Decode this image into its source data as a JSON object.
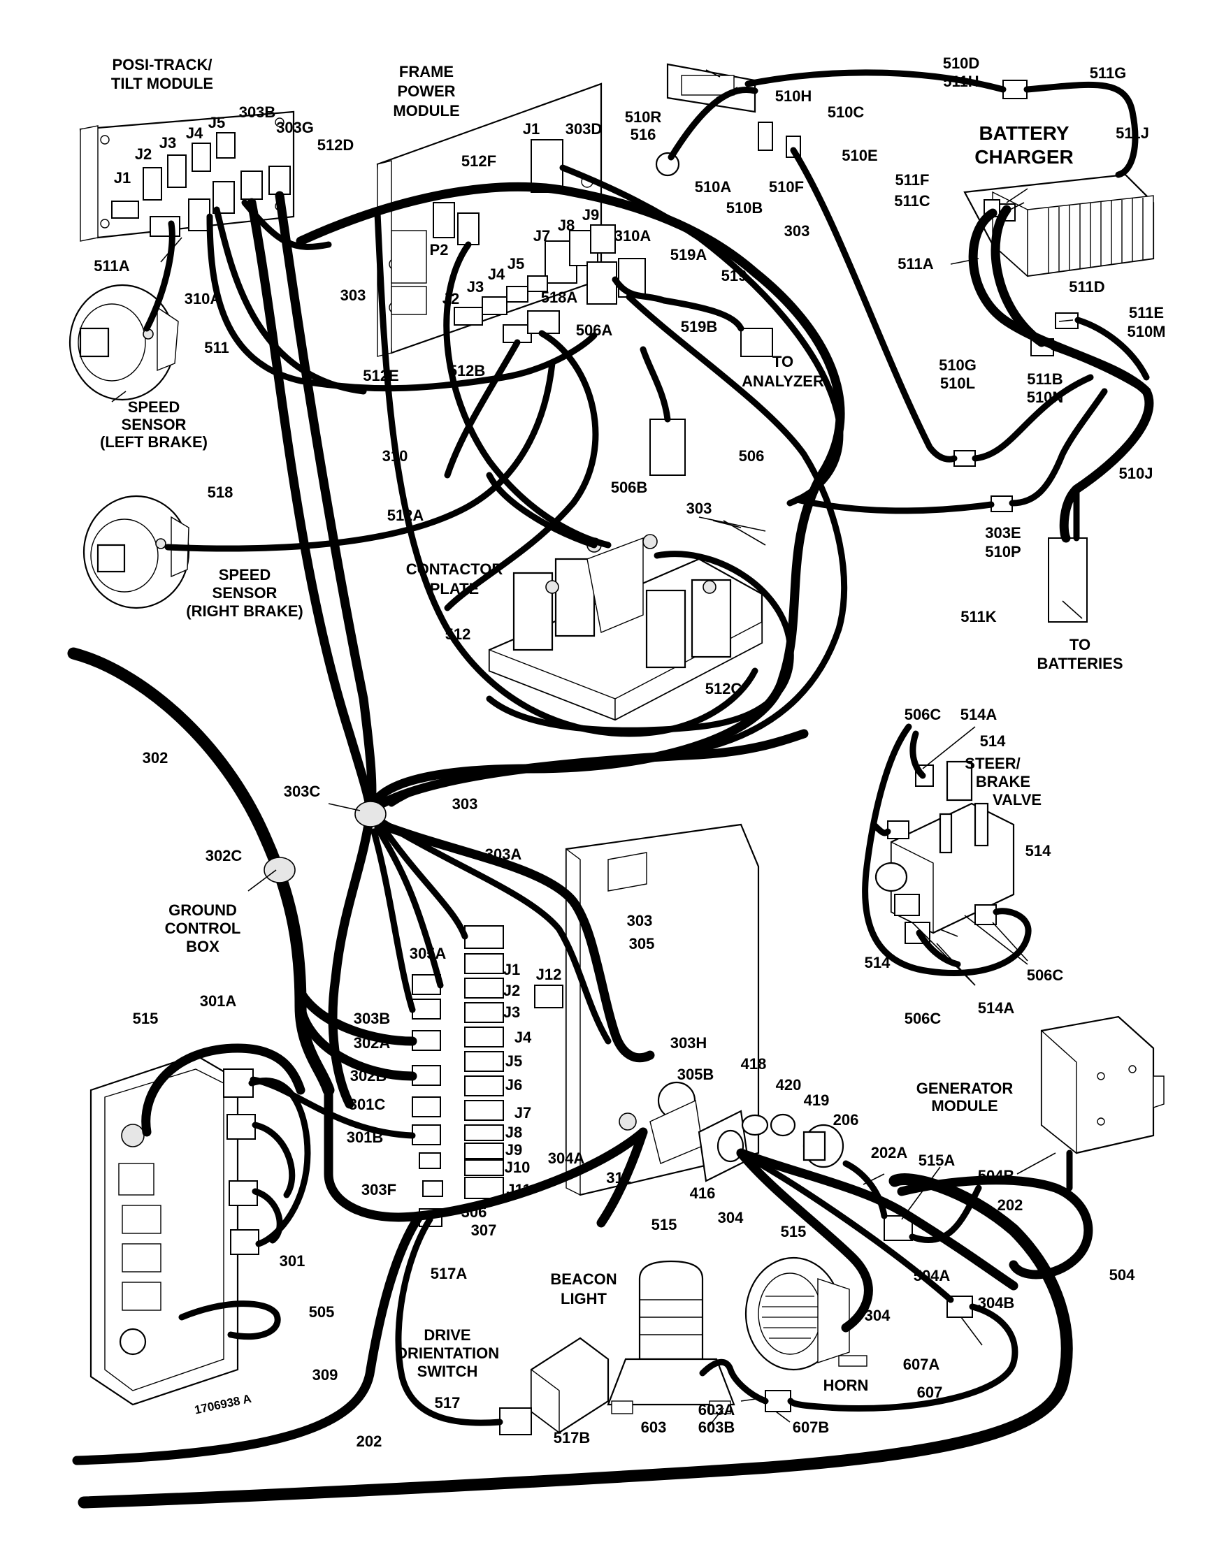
{
  "title_labels": {
    "posi_track_module": [
      "POSI-TRACK/",
      "TILT MODULE"
    ],
    "frame_power_module": [
      "FRAME",
      "POWER",
      "MODULE"
    ],
    "battery_charger": [
      "BATTERY",
      "CHARGER"
    ],
    "speed_sensor_left": [
      "SPEED",
      "SENSOR",
      "(LEFT BRAKE)"
    ],
    "speed_sensor_right": [
      "SPEED",
      "SENSOR",
      "(RIGHT BRAKE)"
    ],
    "contactor_plate": [
      "CONTACTOR",
      "PLATE"
    ],
    "to_analyzer": [
      "TO",
      "ANALYZER"
    ],
    "to_batteries": [
      "TO",
      "BATTERIES"
    ],
    "steer_brake_valve": [
      "STEER/",
      "BRAKE",
      "VALVE"
    ],
    "ground_control_box": [
      "GROUND",
      "CONTROL",
      "BOX"
    ],
    "generator_module": [
      "GENERATOR",
      "MODULE"
    ],
    "beacon_light": [
      "BEACON",
      "LIGHT"
    ],
    "drive_orientation_switch": [
      "DRIVE",
      "ORIENTATION",
      "SWITCH"
    ],
    "horn": "HORN"
  },
  "callouts": {
    "c_510d": "510D",
    "c_511h": "511H",
    "c_511g": "511G",
    "c_510h": "510H",
    "c_510c": "510C",
    "c_510r": "510R",
    "c_516": "516",
    "c_511j": "511J",
    "c_510e": "510E",
    "c_510a": "510A",
    "c_510f": "510F",
    "c_510b": "510B",
    "c_511f": "511F",
    "c_511c": "511C",
    "c_511a_r": "511A",
    "c_511d": "511D",
    "c_511e": "511E",
    "c_510m": "510M",
    "c_510g": "510G",
    "c_510l": "510L",
    "c_511b": "511B",
    "c_510n": "510N",
    "c_510j": "510J",
    "c_303e": "303E",
    "c_510p": "510P",
    "c_511k": "511K",
    "c_j1_pt": "J1",
    "c_j2_pt": "J2",
    "c_j3_pt": "J3",
    "c_j4_pt": "J4",
    "c_j5_pt": "J5",
    "c_303b": "303B",
    "c_303g": "303G",
    "c_512d": "512D",
    "c_511a_l": "511A",
    "c_310a_l": "310A",
    "c_303_a": "303",
    "c_511": "511",
    "c_j1_fp": "J1",
    "c_303d": "303D",
    "c_512f": "512F",
    "c_p2": "P2",
    "c_j8_fp": "J8",
    "c_j9_fp": "J9",
    "c_j7_fp": "J7",
    "c_310a_c": "310A",
    "c_519a": "519A",
    "c_303_b": "303",
    "c_j2_fp": "J2",
    "c_j3_fp": "J3",
    "c_j4_fp": "J4",
    "c_j5_fp": "J5",
    "c_518a": "518A",
    "c_519": "519",
    "c_506a": "506A",
    "c_519b": "519B",
    "c_512e": "512E",
    "c_512b": "512B",
    "c_310": "310",
    "c_506": "506",
    "c_506b": "506B",
    "c_512a": "512A",
    "c_518": "518",
    "c_303_c": "303",
    "c_512": "512",
    "c_512c": "512C",
    "c_302": "302",
    "c_303c": "303C",
    "c_303_d": "303",
    "c_302c": "302C",
    "c_506c_a": "506C",
    "c_514a_a": "514A",
    "c_514_a": "514",
    "c_514_b": "514",
    "c_514_c": "514",
    "c_506c_b": "506C",
    "c_514a_b": "514A",
    "c_506c_c": "506C",
    "c_303a": "303A",
    "c_303_e": "303",
    "c_305": "305",
    "c_305a": "305A",
    "c_j1_g": "J1",
    "c_j2_g": "J2",
    "c_j12_g": "J12",
    "c_j3_g": "J3",
    "c_j4_g": "J4",
    "c_j5_g": "J5",
    "c_j6_g": "J6",
    "c_j7_g": "J7",
    "c_j8_g": "J8",
    "c_j9_g": "J9",
    "c_j10_g": "J10",
    "c_j11_g": "J11",
    "c_303b_g": "303B",
    "c_302a": "302A",
    "c_302b": "302B",
    "c_301c": "301C",
    "c_301b": "301B",
    "c_303f": "303F",
    "c_306": "306",
    "c_307": "307",
    "c_303h": "303H",
    "c_305b": "305B",
    "c_418": "418",
    "c_420": "420",
    "c_419": "419",
    "c_206": "206",
    "c_202a": "202A",
    "c_304a": "304A",
    "c_311": "311",
    "c_416": "416",
    "c_304_a": "304",
    "c_515_a": "515",
    "c_515_b": "515",
    "c_515a": "515A",
    "c_504b": "504B",
    "c_202_a": "202",
    "c_504": "504",
    "c_504a": "504A",
    "c_304_b": "304",
    "c_304b": "304B",
    "c_607a": "607A",
    "c_607": "607",
    "c_603a": "603A",
    "c_603b": "603B",
    "c_603": "603",
    "c_607b": "607B",
    "c_515_c": "515",
    "c_301a": "301A",
    "c_301": "301",
    "c_309": "309",
    "c_517a": "517A",
    "c_505": "505",
    "c_517": "517",
    "c_517b": "517B",
    "c_202_b": "202",
    "c_part_no": "1706938 A"
  }
}
